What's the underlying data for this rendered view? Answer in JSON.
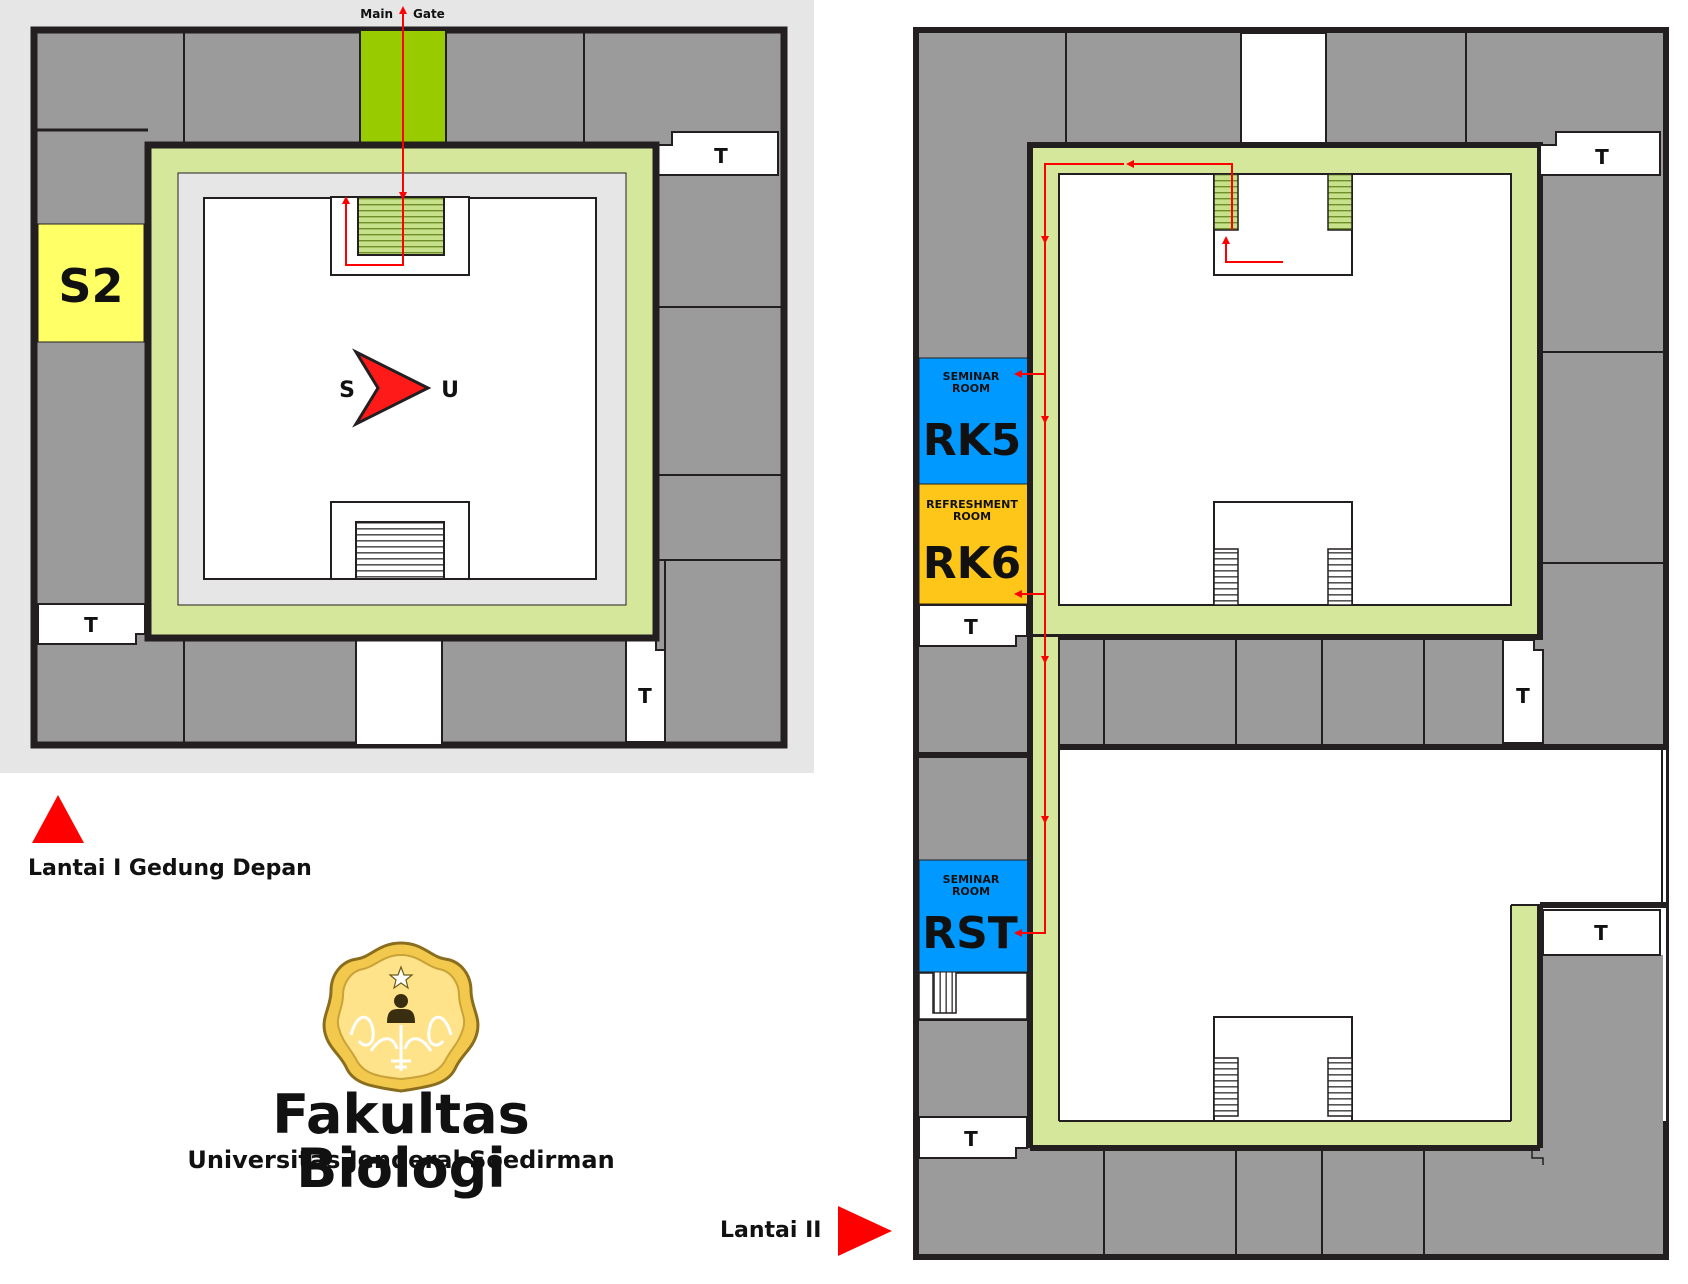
{
  "colors": {
    "wall": "#231f20",
    "room_gray": "#9b9b9b",
    "corridor_green": "#d4e79b",
    "gate_green": "#99cc00",
    "route_red": "#ff0000",
    "seminar_blue": "#0099ff",
    "refreshment_orange": "#ffc61a",
    "s2_yellow": "#ffff66",
    "panel_bg": "#e6e6e6",
    "emblem_gold": "#f2c94c"
  },
  "floor1": {
    "label": "Lantai I Gedung Depan",
    "gate_left": "Main",
    "gate_right": "Gate",
    "room_s2": "S2",
    "toilet": "T",
    "compass_s": "S",
    "compass_u": "U"
  },
  "floor2": {
    "label": "Lantai II",
    "toilet": "T",
    "rk5_caption_1": "SEMINAR",
    "rk5_caption_2": "ROOM",
    "rk5_name": "RK5",
    "rk6_caption_1": "REFRESHMENT",
    "rk6_caption_2": "ROOM",
    "rk6_name": "RK6",
    "rst_caption_1": "SEMINAR",
    "rst_caption_2": "ROOM",
    "rst_name": "RST"
  },
  "branding": {
    "title": "Fakultas Biologi",
    "subtitle": "Universitas Jenderal Soedirman"
  },
  "icons": {
    "compass": "compass-arrow-icon",
    "floor1_marker": "triangle-up-icon",
    "floor2_marker": "triangle-right-icon",
    "logo": "university-emblem-icon"
  }
}
